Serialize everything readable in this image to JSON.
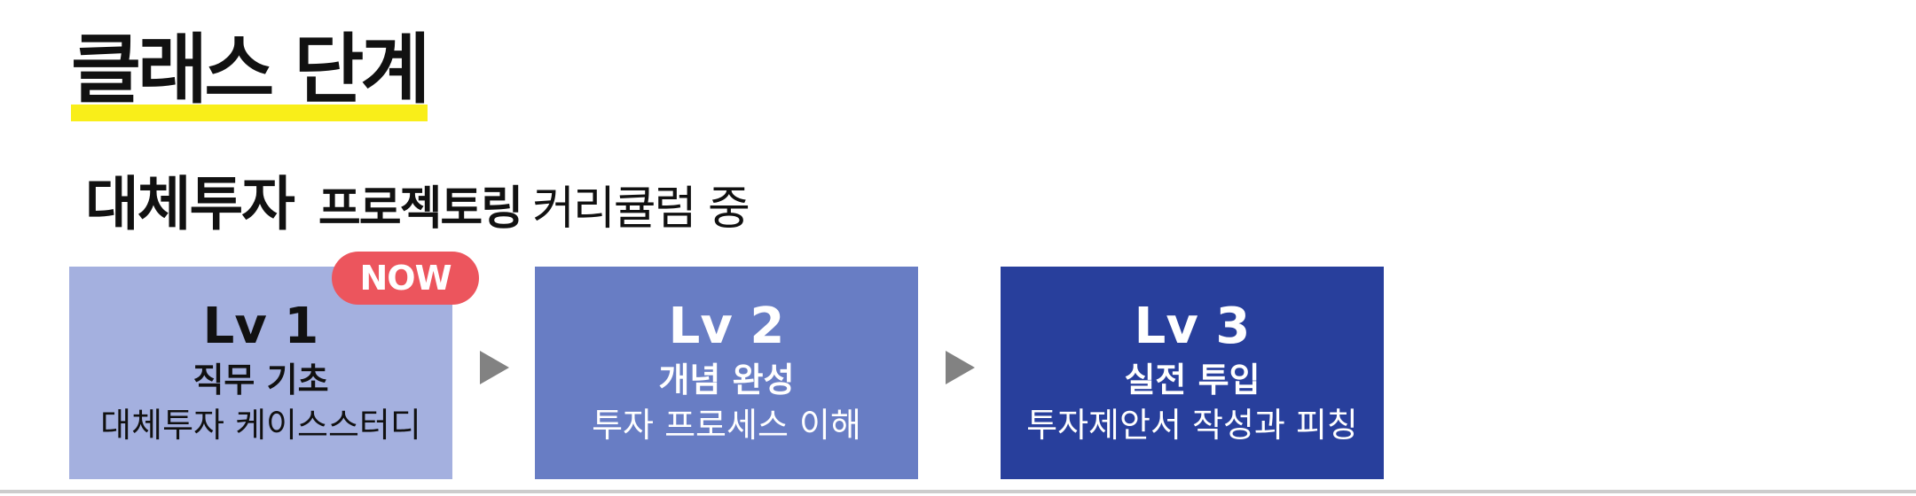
{
  "page": {
    "title": "클래스 단계",
    "subtitle": {
      "main": "대체투자",
      "bold": "프로젝토링",
      "normal": "커리큘럼 중"
    }
  },
  "levels": [
    {
      "name": "Lv 1",
      "desc": "직무 기초",
      "detail": "대체투자 케이스스터디",
      "color": "#a4b0df"
    },
    {
      "name": "Lv 2",
      "desc": "개념 완성",
      "detail": "투자 프로세스 이해",
      "color": "#687dc4"
    },
    {
      "name": "Lv 3",
      "desc": "실전 투입",
      "detail": "투자제안서 작성과 피칭",
      "color": "#283f9c"
    }
  ],
  "badge": {
    "label": "NOW",
    "color": "#ec555d"
  },
  "colors": {
    "title_highlight": "#f9ee19",
    "arrow": "#828282"
  },
  "icons": [
    "play-arrow-icon"
  ]
}
